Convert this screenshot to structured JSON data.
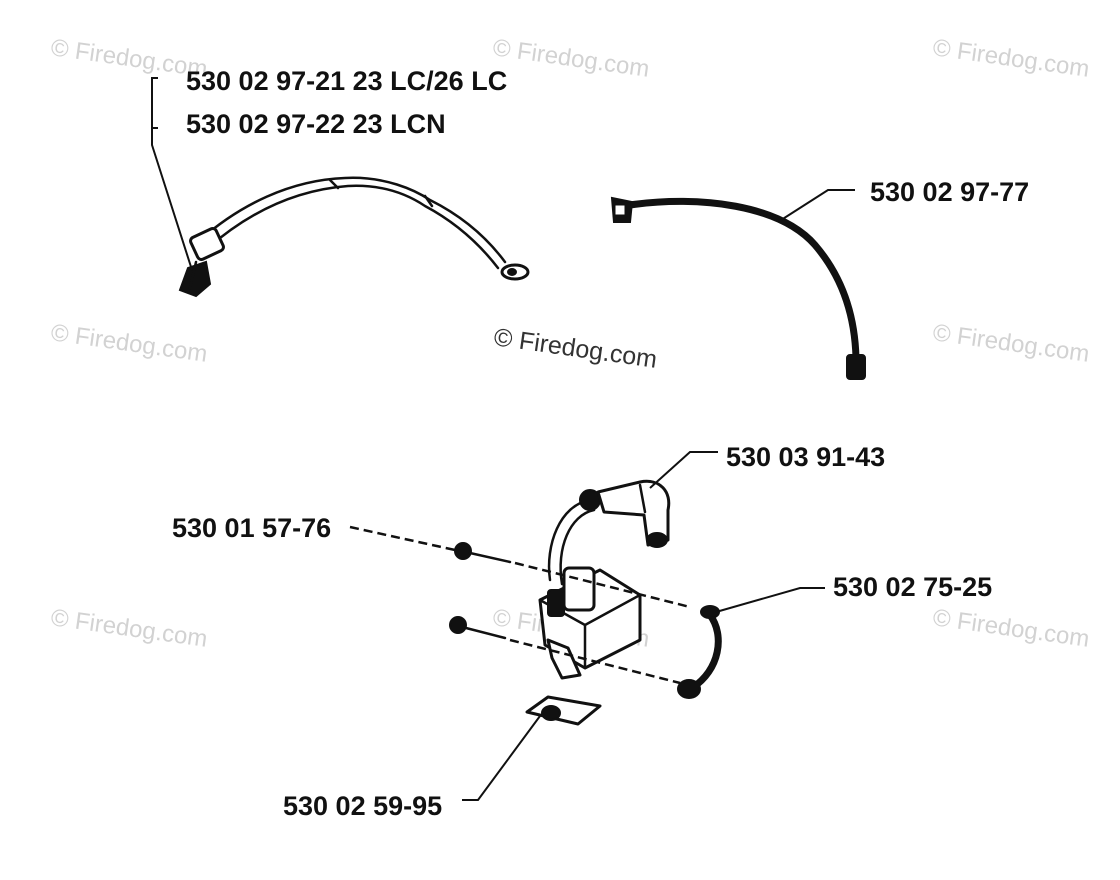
{
  "watermark_text": "© Firedog.com",
  "callouts": {
    "ignition_wire_a": "530 02 97-21 23 LC/26 LC",
    "ignition_wire_b": "530 02 97-22 23 LCN",
    "ignition_cable": "530 02 97-77",
    "spark_plug_cap": "530 03 91-43",
    "screw": "530 01 57-76",
    "cable_sleeve": "530 02 75-25",
    "shim": "530 02 59-95"
  },
  "colors": {
    "ink": "#111111",
    "watermark": "#d2d2d2",
    "background": "#ffffff"
  }
}
